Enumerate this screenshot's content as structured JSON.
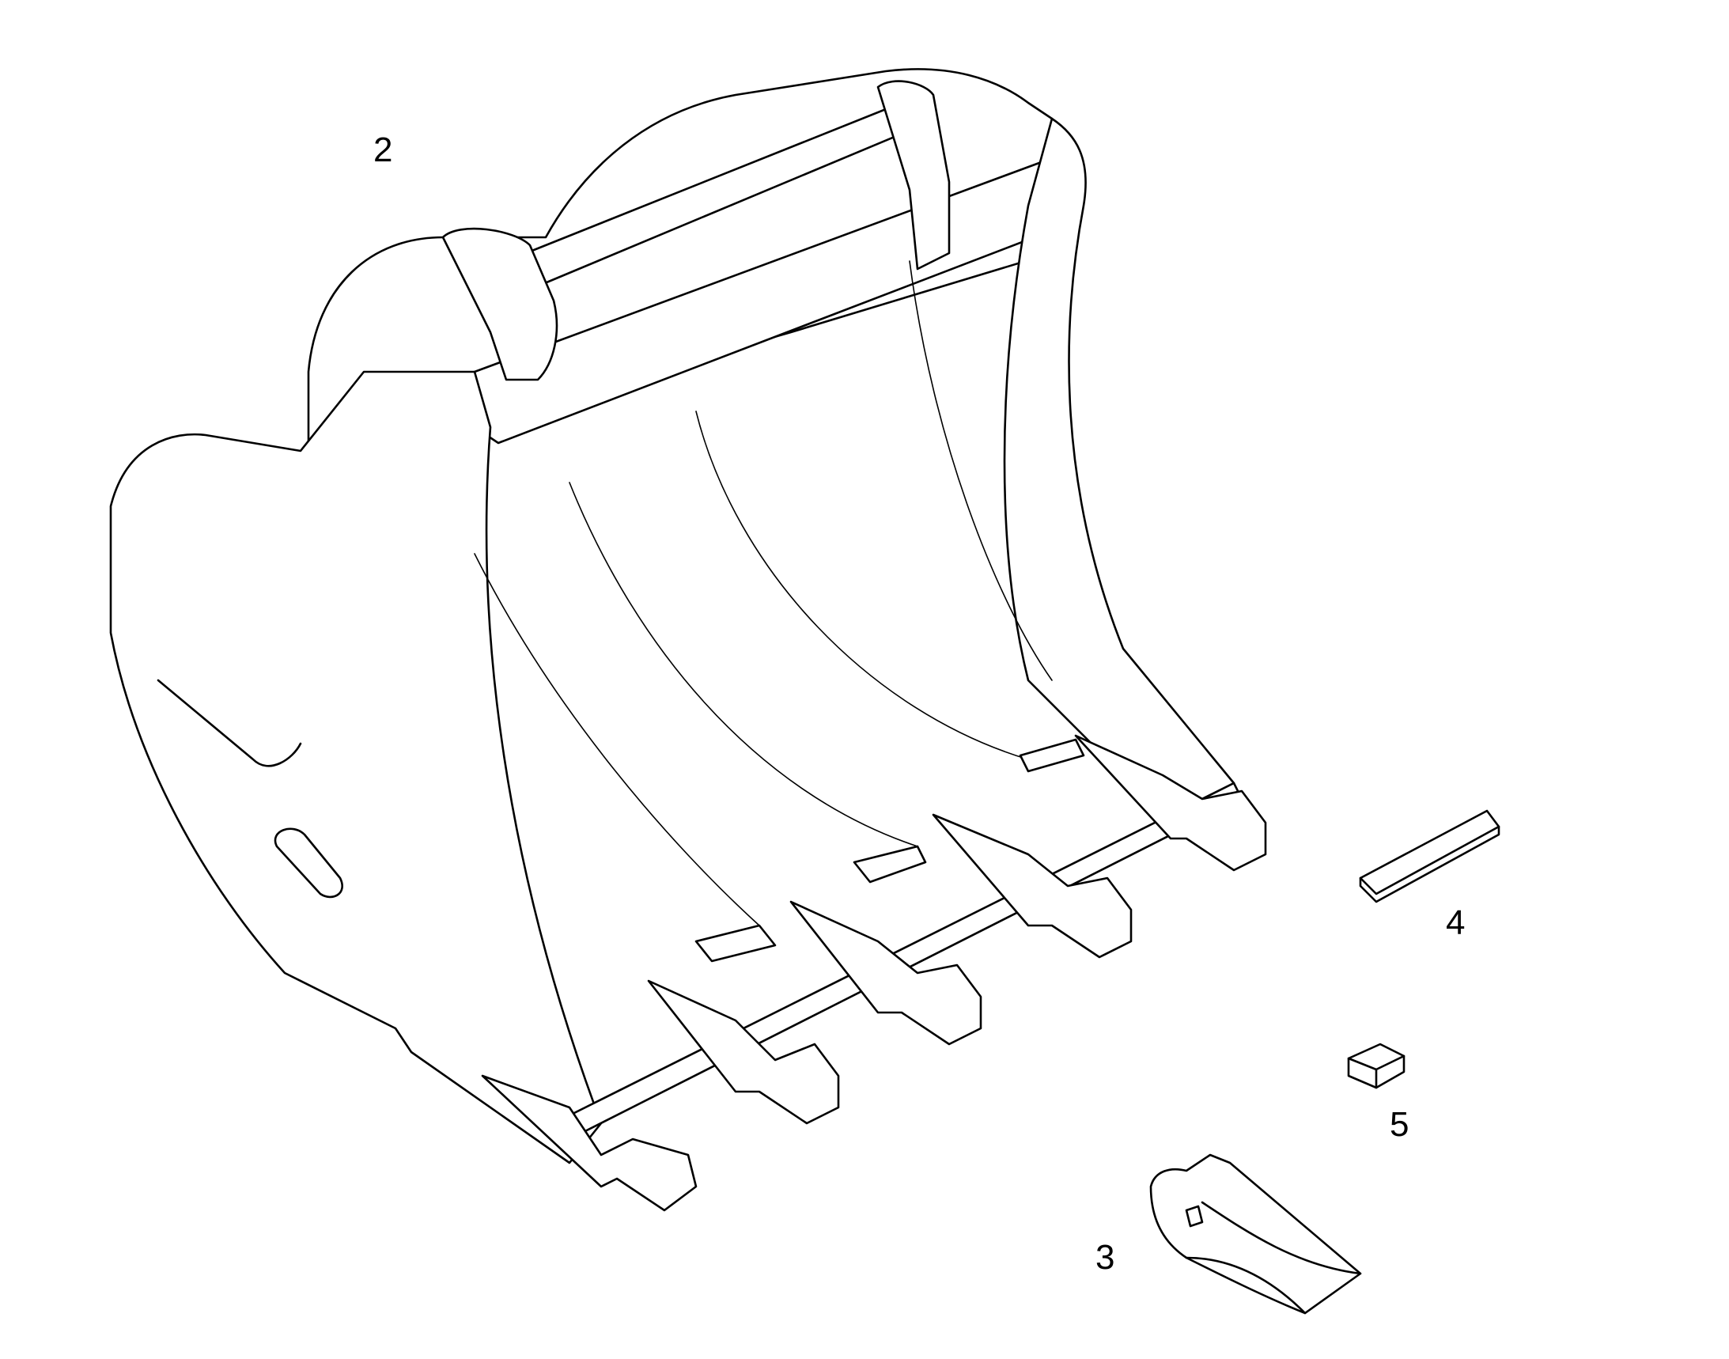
{
  "diagram": {
    "callouts": [
      {
        "id": "2",
        "label": "2"
      },
      {
        "id": "3",
        "label": "3"
      },
      {
        "id": "4",
        "label": "4"
      },
      {
        "id": "5",
        "label": "5"
      }
    ],
    "line_color": "#000000",
    "background": "#ffffff"
  }
}
